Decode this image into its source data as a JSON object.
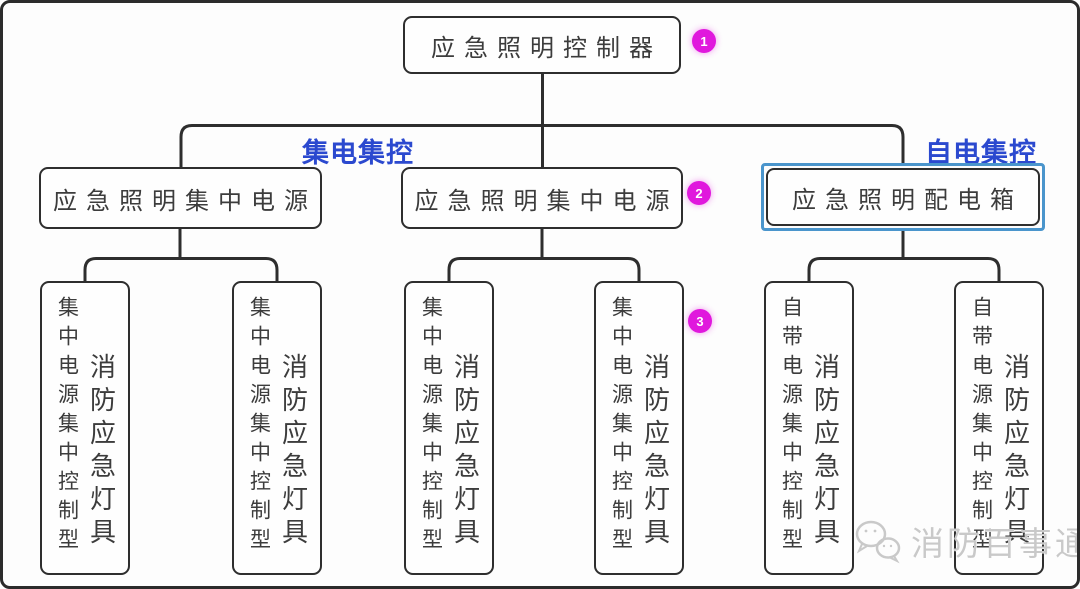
{
  "root_box": {
    "label": "应急照明控制器",
    "badge": "1"
  },
  "branch_labels": {
    "left": "集电集控",
    "right": "自电集控"
  },
  "level2_boxes": {
    "left": {
      "label": "应急照明集中电源"
    },
    "center": {
      "label": "应急照明集中电源",
      "badge": "2"
    },
    "right": {
      "label": "应急照明配电箱",
      "highlighted": "true"
    }
  },
  "leaf_badge": "3",
  "leaves": [
    {
      "type_label": "集中电源集中控制型",
      "device_label": "消防应急灯具"
    },
    {
      "type_label": "集中电源集中控制型",
      "device_label": "消防应急灯具"
    },
    {
      "type_label": "集中电源集中控制型",
      "device_label": "消防应急灯具"
    },
    {
      "type_label": "集中电源集中控制型",
      "device_label": "消防应急灯具"
    },
    {
      "type_label": "自带电源集中控制型",
      "device_label": "消防应急灯具"
    },
    {
      "type_label": "自带电源集中控制型",
      "device_label": "消防应急灯具"
    }
  ],
  "watermark": {
    "text": "消防百事通",
    "icon": "wechat-icon"
  },
  "colors": {
    "line": "#2e2e2e",
    "box_border": "#2e2e2e",
    "text": "#3c3c3c",
    "accent_blue": "#2b49cf",
    "highlight_border": "#4a95cc",
    "badge_magenta": "#e018dd",
    "watermark_gray": "#c9c9c9"
  }
}
